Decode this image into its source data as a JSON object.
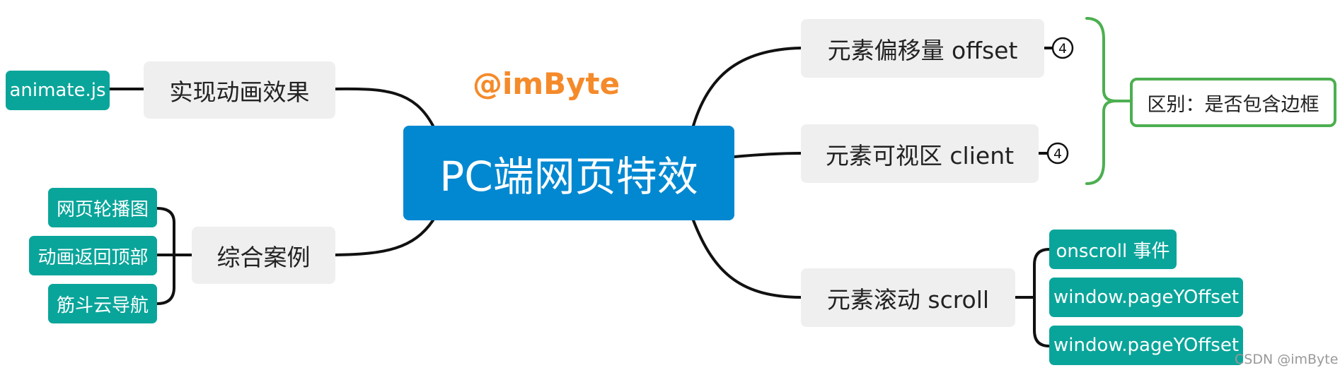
{
  "central": {
    "label": "PC端网页特效"
  },
  "watermark": "@imByte",
  "credit": "CSDN @imByte",
  "left_topics": [
    {
      "label": "实现动画效果",
      "children": [
        "animate.js"
      ]
    },
    {
      "label": "综合案例",
      "children": [
        "网页轮播图",
        "动画返回顶部",
        "筋斗云导航"
      ]
    }
  ],
  "right_topics": [
    {
      "label": "元素偏移量 offset",
      "badge": "4"
    },
    {
      "label": "元素可视区 client",
      "badge": "4"
    },
    {
      "label": "元素滚动 scroll",
      "children": [
        "onscroll 事件",
        "window.pageYOffset",
        "window.pageYOffset"
      ]
    }
  ],
  "summary": {
    "label": "区别：是否包含边框"
  },
  "colors": {
    "central_fill": "#0288d1",
    "topic_fill": "#efefef",
    "leaf_fill": "#0aa59a",
    "summary_border": "#4caf50",
    "watermark": "#f58a2a",
    "link": "#111111"
  }
}
